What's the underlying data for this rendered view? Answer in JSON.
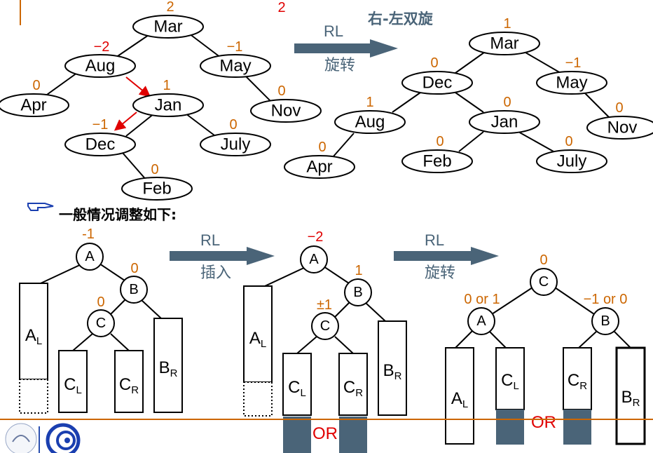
{
  "top": {
    "left_tree": {
      "nodes": [
        {
          "label": "Mar",
          "bal": "2",
          "red": false
        },
        {
          "label": "Aug",
          "bal": "−2",
          "red": true
        },
        {
          "label": "May",
          "bal": "−1",
          "red": false
        },
        {
          "label": "Apr",
          "bal": "0",
          "red": false
        },
        {
          "label": "Jan",
          "bal": "1",
          "red": false
        },
        {
          "label": "Nov",
          "bal": "0",
          "red": false
        },
        {
          "label": "Dec",
          "bal": "−1",
          "red": false
        },
        {
          "label": "July",
          "bal": "0",
          "red": false
        },
        {
          "label": "Feb",
          "bal": "0",
          "red": false
        }
      ],
      "corner_mark": "2"
    },
    "arrow": {
      "top_label": "RL",
      "bottom_label": "旋转"
    },
    "title": "右-左双旋",
    "right_tree": {
      "nodes": [
        {
          "label": "Mar",
          "bal": "1"
        },
        {
          "label": "Dec",
          "bal": "0"
        },
        {
          "label": "May",
          "bal": "−1"
        },
        {
          "label": "Aug",
          "bal": "1"
        },
        {
          "label": "Jan",
          "bal": "0"
        },
        {
          "label": "Nov",
          "bal": "0"
        },
        {
          "label": "Apr",
          "bal": "0"
        },
        {
          "label": "Feb",
          "bal": "0"
        },
        {
          "label": "July",
          "bal": "0"
        }
      ]
    }
  },
  "heading": "一般情况调整如下:",
  "bottom": {
    "stage1": {
      "nodes": [
        {
          "label": "A",
          "bal": "-1"
        },
        {
          "label": "B",
          "bal": "0"
        },
        {
          "label": "C",
          "bal": "0"
        }
      ],
      "subtrees": [
        "A",
        "C",
        "C",
        "B"
      ],
      "subscripts": [
        "L",
        "L",
        "R",
        "R"
      ]
    },
    "arrow1": {
      "top_label": "RL",
      "bottom_label": "插入"
    },
    "stage2": {
      "nodes": [
        {
          "label": "A",
          "bal": "−2"
        },
        {
          "label": "B",
          "bal": "1"
        },
        {
          "label": "C",
          "bal": "±1"
        }
      ],
      "subtrees": [
        "A",
        "C",
        "C",
        "B"
      ],
      "subscripts": [
        "L",
        "L",
        "R",
        "R"
      ],
      "or_label": "OR"
    },
    "arrow2": {
      "top_label": "RL",
      "bottom_label": "旋转"
    },
    "stage3": {
      "nodes": [
        {
          "label": "C",
          "bal": "0"
        },
        {
          "label": "A",
          "bal": "0 or 1"
        },
        {
          "label": "B",
          "bal": "−1 or 0"
        }
      ],
      "subtrees": [
        "A",
        "C",
        "C",
        "B"
      ],
      "subscripts": [
        "L",
        "L",
        "R",
        "R"
      ],
      "or_label": "OR"
    }
  },
  "colors": {
    "arrow": "#4a6478",
    "balance": "#cc6600",
    "red": "#e00000",
    "dark_fill": "#4a6478"
  }
}
